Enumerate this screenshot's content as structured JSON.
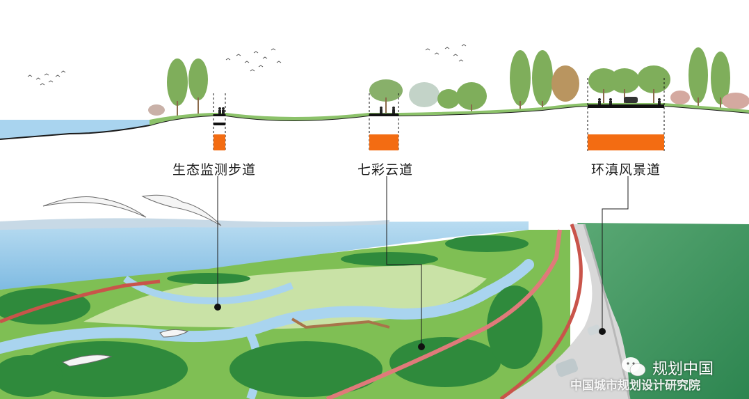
{
  "routes": [
    {
      "label": "生态监测步道"
    },
    {
      "label": "七彩云道"
    },
    {
      "label": "环滇风景道"
    }
  ],
  "colors": {
    "accent_orange": "#f36c12",
    "path_black": "#111111",
    "lake_blue": "#8ec7ea",
    "wetland_green": "#6fbf4a",
    "forest_green": "#2f8a3c",
    "road_red": "#c9544a"
  },
  "watermark": {
    "name": "规划中国",
    "org": "中国城市规划设计研究院",
    "logo_icon": "wechat-logo-icon"
  }
}
